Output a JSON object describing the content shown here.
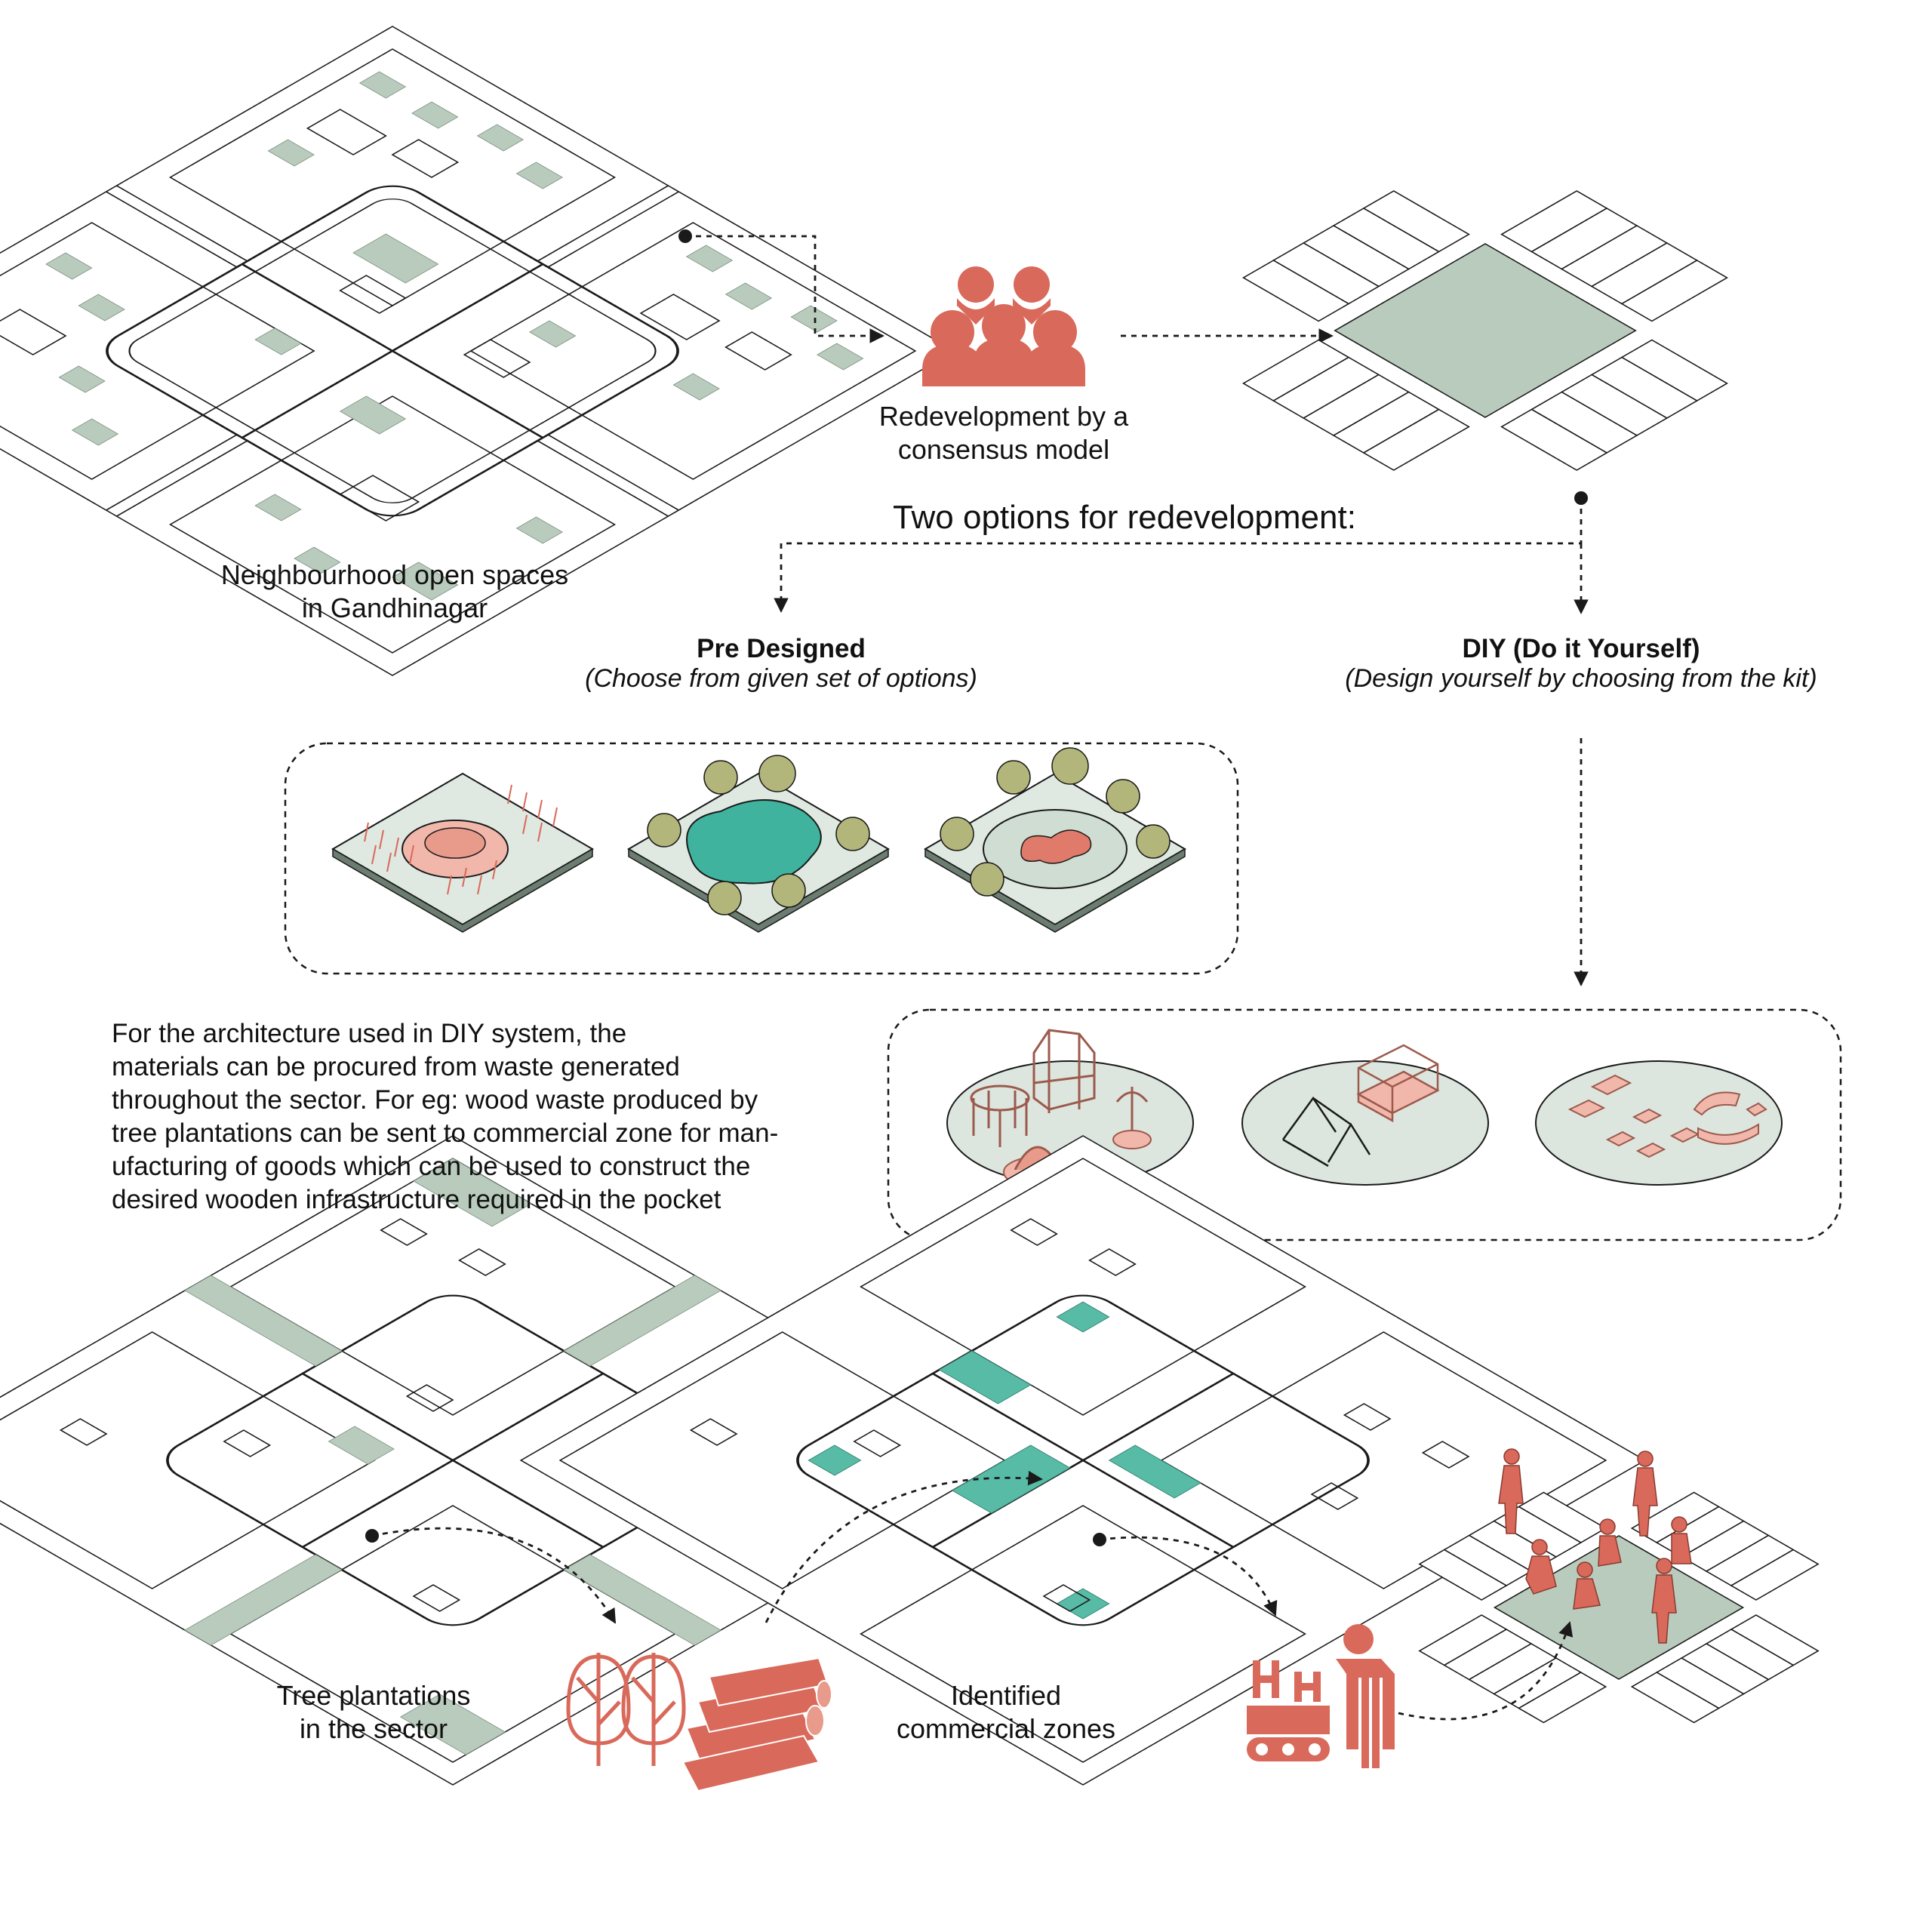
{
  "colors": {
    "coral": "#d9695a",
    "coral_light": "#f2b7ab",
    "sage": "#b9cbbd",
    "teal": "#57bba6",
    "pool": "#3fb39d",
    "line": "#1a1a1a"
  },
  "labels": {
    "neighbourhood": [
      "Neighbourhood open spaces",
      "in Gandhinagar"
    ],
    "consensus": [
      "Redevelopment by a",
      "consensus model"
    ],
    "two_options": "Two options for redevelopment:",
    "pre_designed": {
      "title": "Pre Designed",
      "subtitle": "(Choose from given set of options)"
    },
    "diy": {
      "title": "DIY (Do it Yourself)",
      "subtitle": "(Design yourself by choosing from the kit)"
    },
    "tree_plantations": [
      "Tree plantations",
      "in the sector"
    ],
    "commercial": [
      "Identified",
      "commercial zones"
    ]
  },
  "paragraph": [
    "For the architecture used in DIY system, the",
    "materials can be procured from waste generated",
    "throughout the sector. For eg: wood waste produced by",
    "tree plantations can be sent to commercial zone for man-",
    "ufacturing of goods which can be used to construct the",
    "desired wooden infrastructure required in the pocket"
  ],
  "icons": [
    "community-group-icon",
    "tree-icon",
    "timber-logs-icon",
    "factory-worker-icon",
    "people-building-icon"
  ]
}
